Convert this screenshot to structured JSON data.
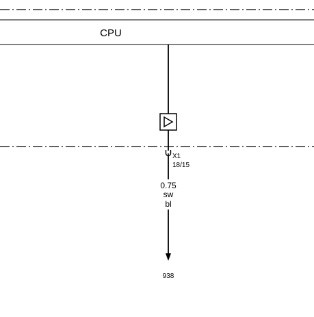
{
  "component": {
    "label": "CPU"
  },
  "connector": {
    "name": "X1",
    "pins": "18/15"
  },
  "wire": {
    "cross_section": "0.75",
    "color_primary": "sw",
    "color_secondary": "bl"
  },
  "destination": {
    "ref": "938"
  },
  "icons": {
    "output": "triangle-output-icon",
    "connector": "connector-fork-icon",
    "arrow": "arrow-down-icon"
  },
  "colors": {
    "line": "#000000",
    "background": "#ffffff"
  }
}
